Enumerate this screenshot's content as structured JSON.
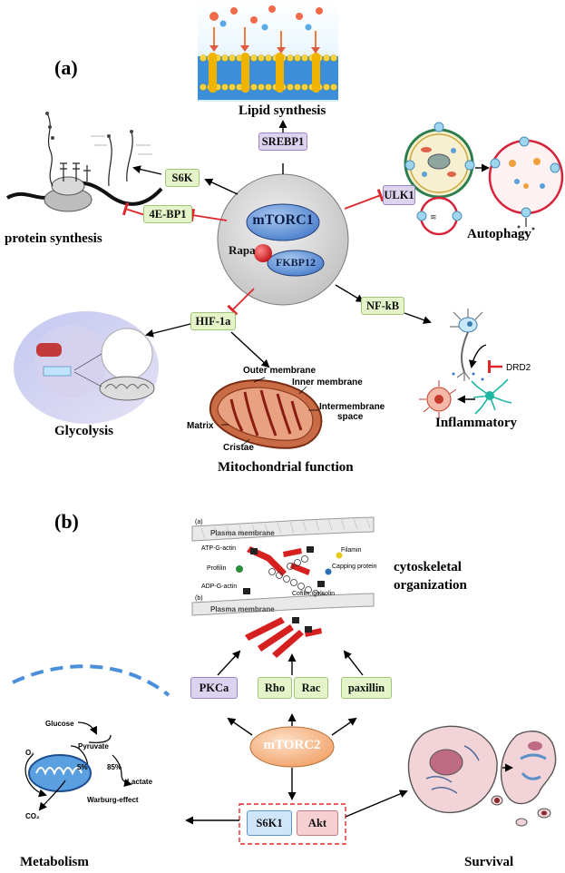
{
  "panel_a": {
    "label": "(a)",
    "hub": {
      "complex": "mTORC1",
      "drug": "Rapa",
      "binding_protein": "FKBP12"
    },
    "nodes": {
      "srebp1": "SREBP1",
      "s6k": "S6K",
      "eif4ebp1": "4E-BP1",
      "ulk1": "ULK1",
      "hif1a": "HIF-1a",
      "nfkb": "NF-kB"
    },
    "captions": {
      "lipid": "Lipid synthesis",
      "protein": "protein synthesis",
      "autophagy": "Autophagy",
      "glycolysis": "Glycolysis",
      "mito": "Mitochondrial function",
      "inflammatory": "Inflammatory"
    },
    "mito_labels": {
      "outer": "Outer membrane",
      "inner": "Inner membrane",
      "intermembrane": "Intermembrane",
      "space": "space",
      "matrix": "Matrix",
      "cristae": "Cristae"
    },
    "drd2": "DRD2"
  },
  "panel_b": {
    "label": "(b)",
    "hub": "mTORC2",
    "nodes": {
      "pkca": "PKCa",
      "rho": "Rho",
      "rac": "Rac",
      "paxillin": "paxillin",
      "s6k1": "S6K1",
      "akt": "Akt"
    },
    "captions": {
      "cyto_line1": "cytoskeletal",
      "cyto_line2": "organization",
      "metabolism": "Metabolism",
      "survival": "Survival"
    },
    "cyto_labels": {
      "a": "(a)",
      "b": "(b)",
      "plasma_membrane": "Plasma membrane",
      "atp_g_actin": "ATP-G-actin",
      "profilin": "Profilin",
      "adp_g_actin": "ADP-G-actin",
      "filamin": "Filamin",
      "capping": "Capping protein",
      "cofilin": "Cofilin, gelsolin"
    },
    "warburg": {
      "glucose": "Glucose",
      "pyruvate": "Pyruvate",
      "o2": "O₂",
      "co2": "CO₂",
      "pct5": "5%",
      "pct85": "85%",
      "lactate": "Lactate",
      "effect": "Warburg-effect"
    }
  },
  "colors": {
    "inhibit": "#e0262b",
    "activate": "#000000",
    "hub_circle": "#d9d9d9",
    "mtorc1_fill": "#5b8fd6",
    "mtorc2_fill": "#f6b98a"
  }
}
